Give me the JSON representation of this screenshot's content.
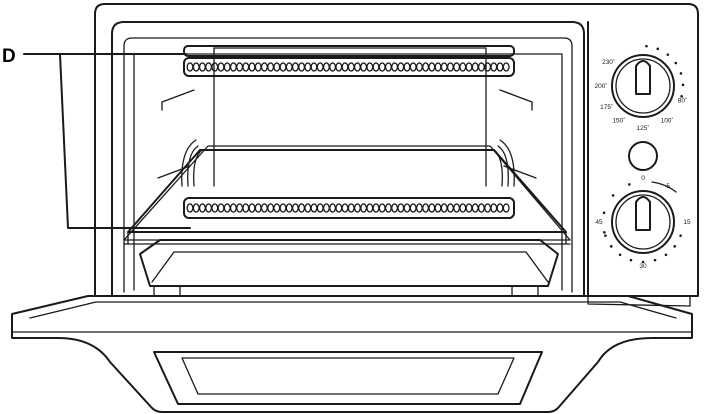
{
  "callout": {
    "letter": "D"
  },
  "temperature_dial": {
    "labels": [
      "230˚",
      "200˚",
      "175˚",
      "150˚",
      "125˚",
      "100˚",
      "80˚"
    ]
  },
  "timer_dial": {
    "labels": [
      "0",
      "5",
      "15",
      "30",
      "45"
    ]
  }
}
